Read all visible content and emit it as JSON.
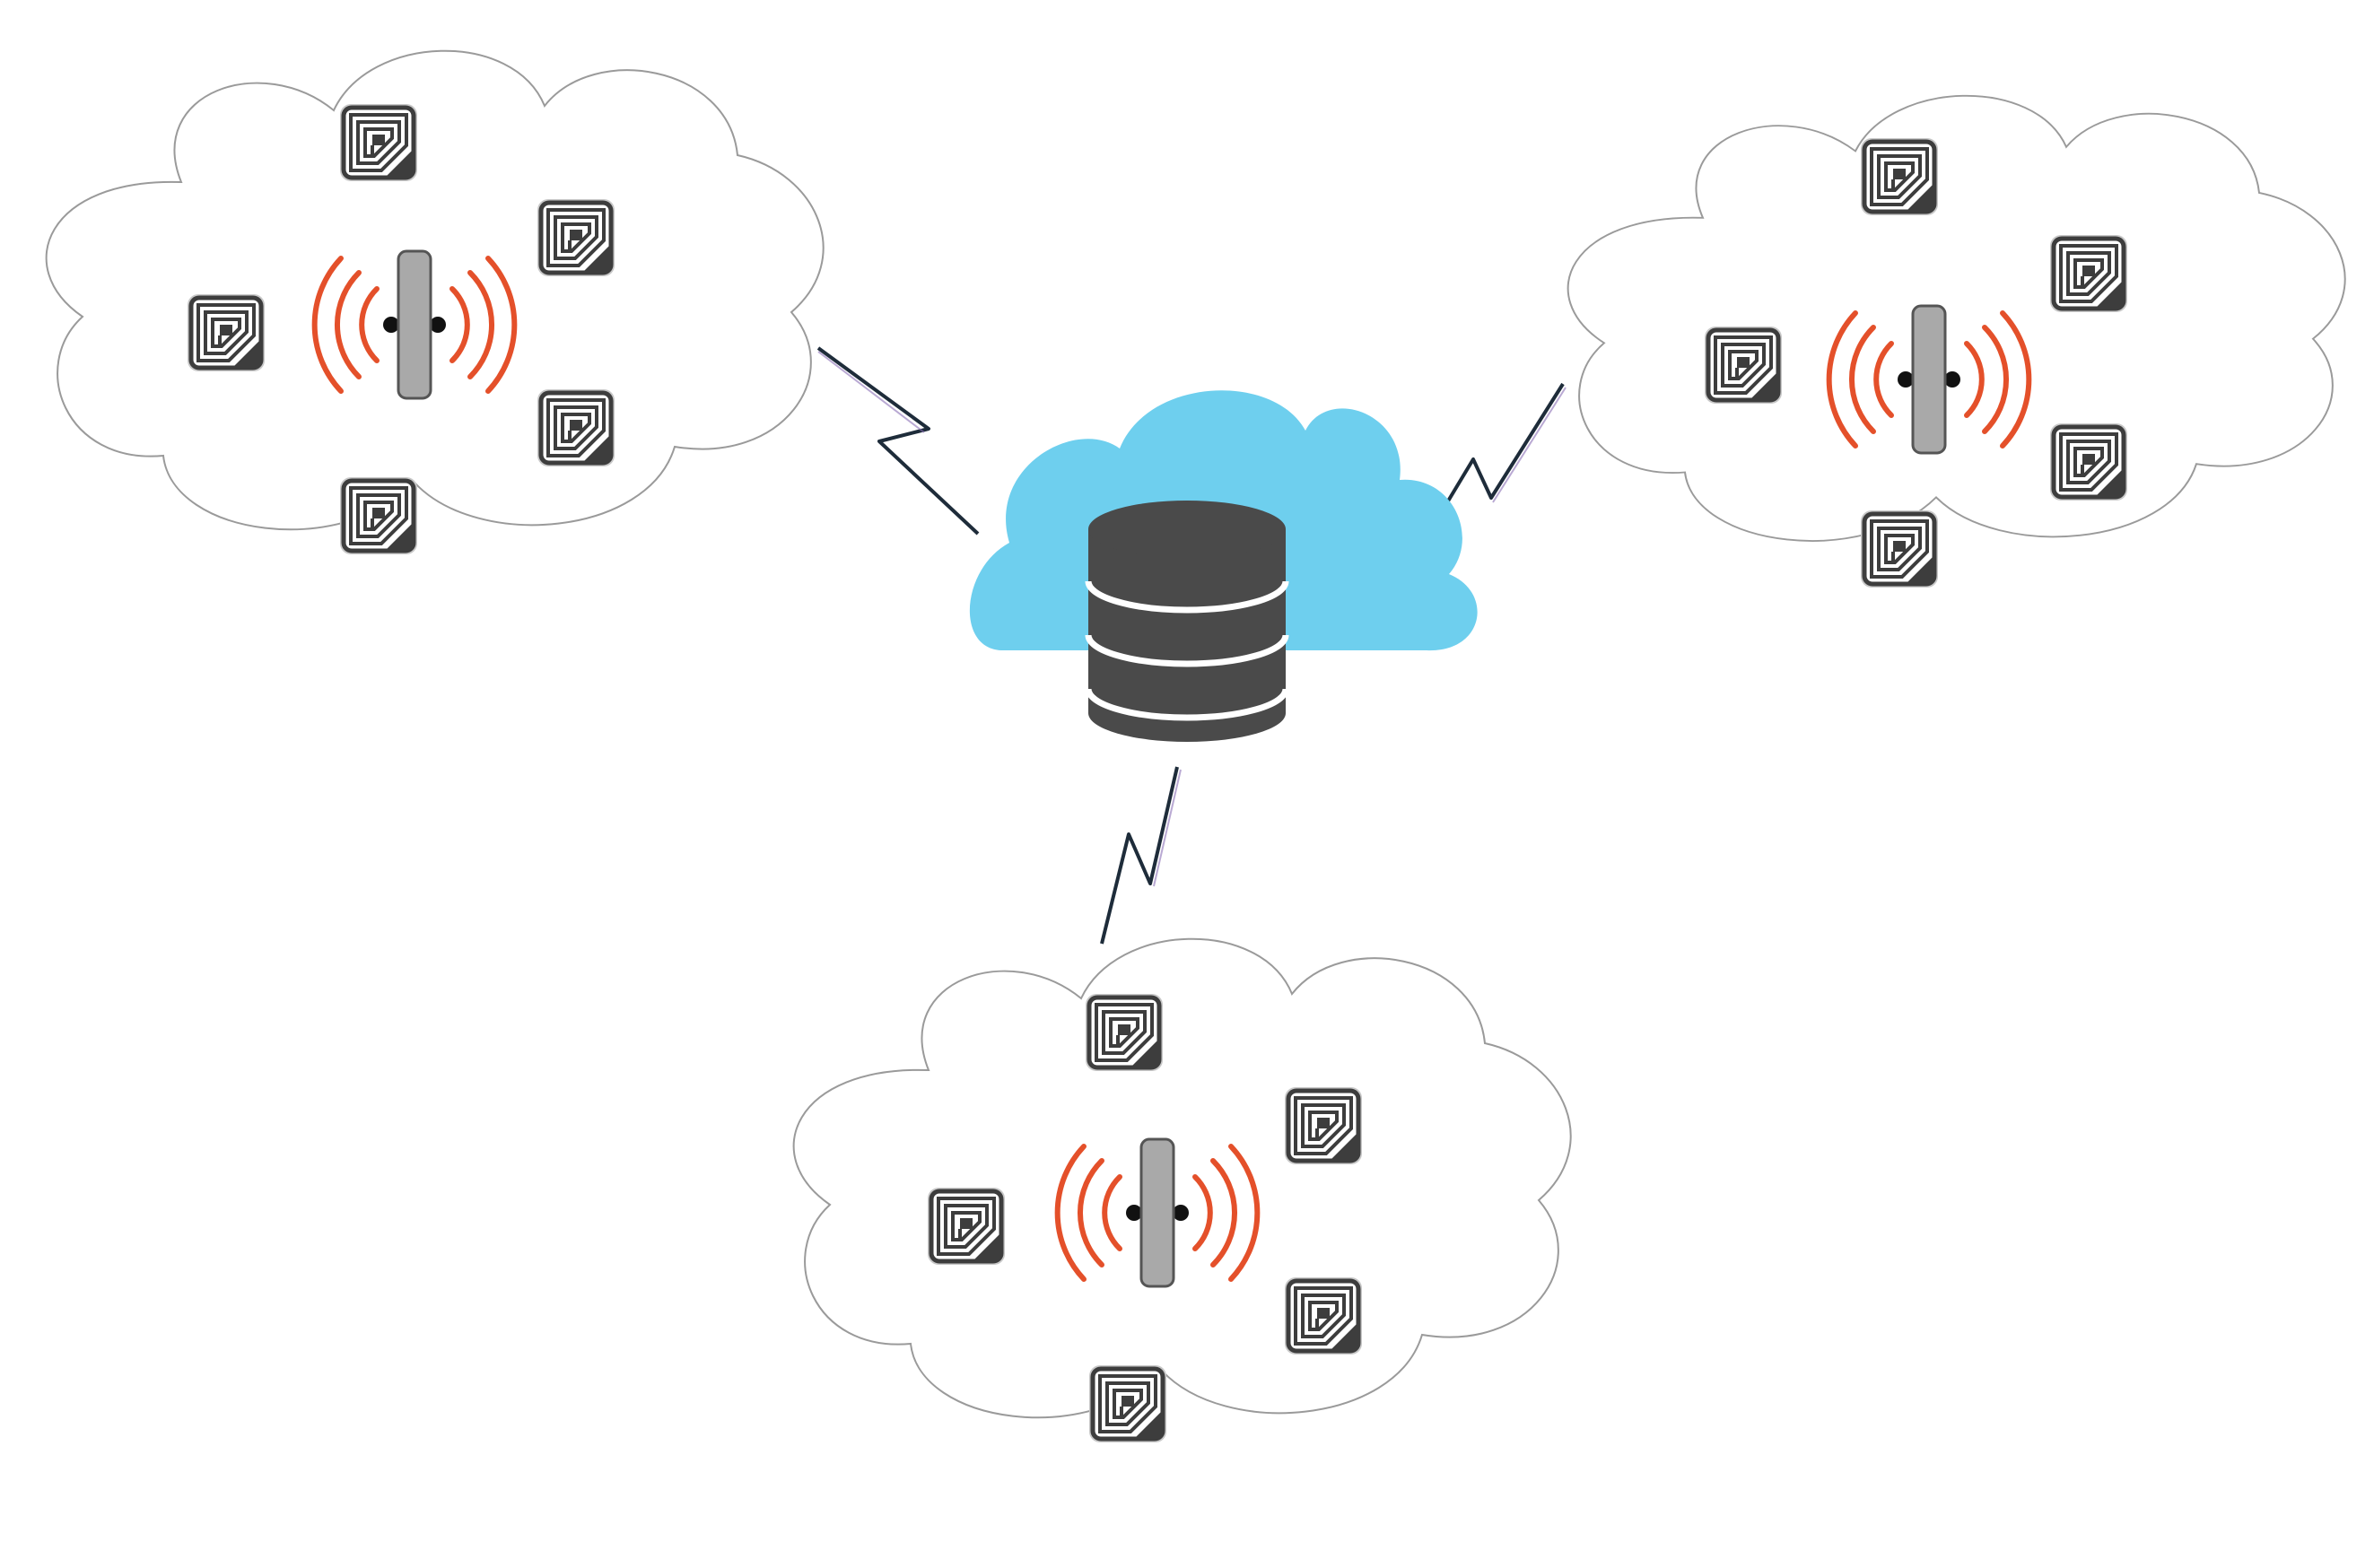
{
  "diagram": {
    "type": "rfid-cloud-network",
    "central_node": {
      "icon": "cloud-database-icon",
      "cloud_color": "#6ecfee",
      "database_color": "#4a4a4a"
    },
    "clusters": [
      {
        "id": "left",
        "reader_icon": "rfid-reader-icon",
        "tag_icon": "rfid-tag-icon",
        "tag_count": 5
      },
      {
        "id": "right",
        "reader_icon": "rfid-reader-icon",
        "tag_icon": "rfid-tag-icon",
        "tag_count": 5
      },
      {
        "id": "bottom",
        "reader_icon": "rfid-reader-icon",
        "tag_icon": "rfid-tag-icon",
        "tag_count": 5
      }
    ],
    "links": [
      {
        "from": "left",
        "to": "central",
        "icon": "wireless-link-icon"
      },
      {
        "from": "right",
        "to": "central",
        "icon": "wireless-link-icon"
      },
      {
        "from": "bottom",
        "to": "central",
        "icon": "wireless-link-icon"
      }
    ],
    "colors": {
      "signal_waves": "#e4502a",
      "reader_body": "#a9a9a9",
      "tag_body": "#4b4b4b",
      "link_stroke": "#1e2c3a",
      "cloud_outline": "#9a9a9a"
    }
  }
}
